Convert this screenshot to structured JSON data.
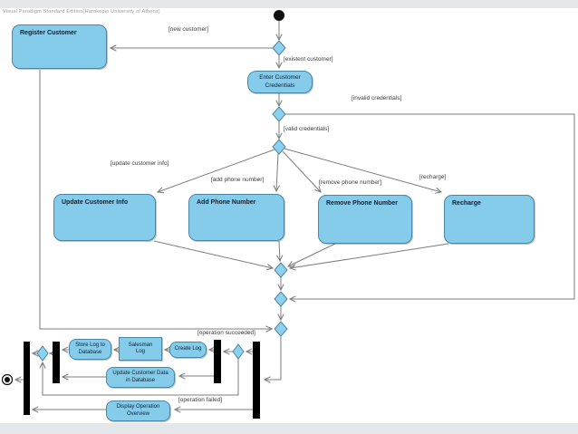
{
  "watermark": "Visual Paradigm Standard Edition(Harokopio University of Athens)",
  "colors": {
    "node_fill": "#85cbea",
    "node_border": "#4a86a8",
    "diamond_fill": "#8dd1ef",
    "line": "#7d7d7d",
    "bar": "#000000",
    "frame": "#e4e7ea",
    "page": "#ffffff"
  },
  "nodes": {
    "register_customer": "Register Customer",
    "enter_credentials": "Enter Customer\nCredentials",
    "update_customer_info": "Update Customer Info",
    "add_phone_number": "Add Phone Number",
    "remove_phone_number": "Remove Phone Number",
    "recharge": "Recharge",
    "store_log": "Store Log to\nDatabase",
    "salesman_log": "Salesman\nLog",
    "create_log": "Create Log",
    "update_customer_data": "Update Customer Data\nin Database",
    "display_operation": "Display Operation\nOverview"
  },
  "guards": {
    "new_customer": "[new customer]",
    "existent_customer": "[existent customer]",
    "invalid_credentials": "[invalid credentials]",
    "valid_credentials": "[valid credentials]",
    "update_customer_info": "[update customer info]",
    "add_phone_number": "[add phone number]",
    "remove_phone_number": "[remove phone number]",
    "recharge": "[recharge]",
    "operation_succeeded": "[operation succeeded]",
    "operation_failed": "[operation failed]"
  }
}
